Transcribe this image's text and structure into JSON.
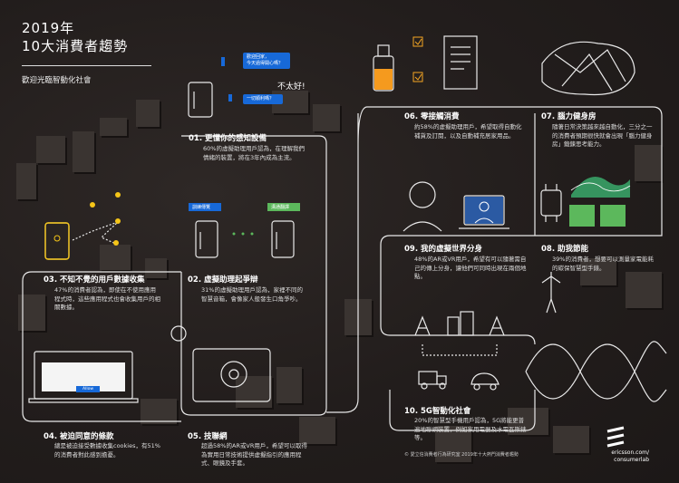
{
  "header": {
    "line1": "2019年",
    "line2": "10大消費者趨勢",
    "welcome": "歡迎光臨智動化社會"
  },
  "chat": {
    "bubble1": "歡迎回家，\n今天過得開心嗎？",
    "reply": "不太好!",
    "bubble2": "一切順利嗎？"
  },
  "trends": [
    {
      "title": "01. 更懂你的感知設備",
      "body": "60%的虛擬助理用戶認為，在理解我們情緒的裝置，將在3年內成為主流。"
    },
    {
      "title": "02. 虛擬助理起爭辯",
      "body": "31%的虛擬助理用戶認為，家裡不同的智慧音箱，會像家人般發生口角爭吵。"
    },
    {
      "title": "03. 不知不覺的用戶數據收集",
      "body": "47%的消費者認為，即使在不使用應用程式時，這些應用程式也會收集用戶的相關數據。"
    },
    {
      "title": "04. 被迫同意的條款",
      "body": "總是被迫接受數據收集cookies，有51%的消費者對此感到擔憂。"
    },
    {
      "title": "05. 技聯網",
      "body": "超過58%的AR或VR用戶，希望可以取得為實用日常技術提供虛擬指引的應用程式、眼鏡及手套。"
    },
    {
      "title": "06. 零接觸消費",
      "body": "約58%的虛擬助理用戶，希望取得自動化補貨及訂閱，以及自動補充居家用品。"
    },
    {
      "title": "07. 腦力健身房",
      "body": "隨著日常決策越來越自動化，三分之一的消費者預期很快就會出現「腦力健身房」鍛鍊思考能力。"
    },
    {
      "title": "08. 助我節能",
      "body": "39%的消費者，想要可以測量家電能耗的碳保智慧型手錶。"
    },
    {
      "title": "09. 我的虛擬世界分身",
      "body": "48%的AR或VR用戶，希望有可以隨著需自己的傳上分身，讓他們可同時出現在兩個地點。"
    },
    {
      "title": "10. 5G智動化社會",
      "body": "20%的智慧型手機用戶認為，5G將能更普遍地聯網裝置，例如家用電器及水電瓦斯錶等。"
    }
  ],
  "labels": {
    "tag_left": "訓練傳覽",
    "tag_right": "溝通翻譯",
    "dialog_button": "Allow"
  },
  "footer": {
    "source": "© 愛立信消費者行為研究室 2019年十大熱門消費者趨勢",
    "brand_line1": "ericsson.com/",
    "brand_line2": "consumerlab"
  },
  "colors": {
    "accent_yellow": "#f5c518",
    "accent_orange": "#f59a1e",
    "accent_blue": "#1769d8",
    "accent_green": "#5cb85c",
    "line": "#e9e9e9"
  }
}
